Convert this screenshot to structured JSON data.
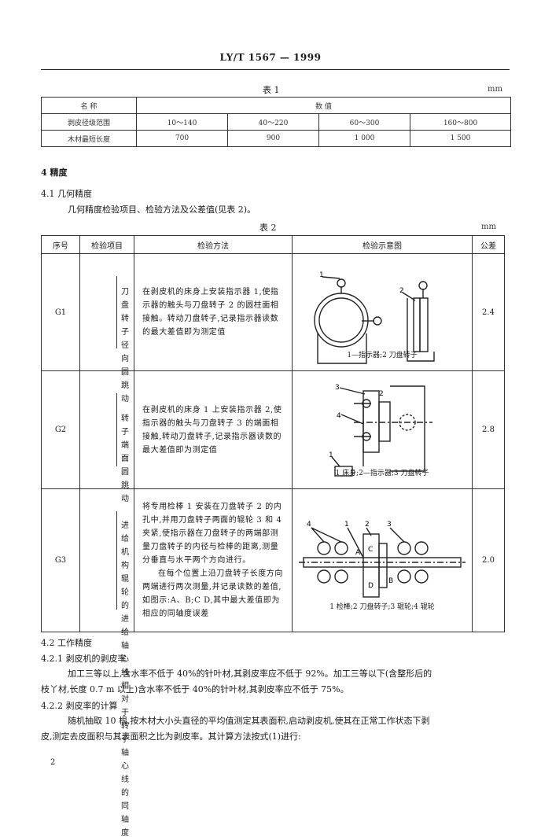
{
  "header": {
    "standard": "LY/T  1567 — 1999"
  },
  "table1": {
    "caption": "表 1",
    "unit": "mm",
    "header": {
      "name": "名  称",
      "value": "数      值"
    },
    "rows": [
      {
        "name": "剥皮径级范围",
        "cells": [
          "10～140",
          "40～220",
          "60～300",
          "160～800"
        ]
      },
      {
        "name": "木材最短长度",
        "cells": [
          "700",
          "900",
          "1 000",
          "1 500"
        ]
      }
    ]
  },
  "sec4": {
    "title": "4  精度"
  },
  "sec41": {
    "title": "4.1  几何精度",
    "intro": "几何精度检验项目、检验方法及公差值(见表 2)。"
  },
  "table2": {
    "caption": "表 2",
    "unit": "mm",
    "headers": [
      "序号",
      "检验项目",
      "检验方法",
      "检验示意图",
      "公差"
    ],
    "rows": [
      {
        "id": "G1",
        "item": "刀盘转子径向圆跳动",
        "method": "在剥皮机的床身上安装指示器 1,使指示器的触头与刀盘转子 2 的圆柱面相接触。转动刀盘转子,记录指示器读数的最大差值即为测定值",
        "diagram_caption": "1—指示器;2  刀盘转子",
        "labels": [
          "1",
          "2"
        ],
        "tolerance": "2.4"
      },
      {
        "id": "G2",
        "item": "转子端面圆跳动",
        "method": "在剥皮机的床身 1 上安装指示器 2,使指示器的触头与刀盘转子 3 的端面相接触,转动刀盘转子,记录指示器读数的最大差值即为测定值",
        "diagram_caption": "1  床身;2—指示器;3  刀盘转子",
        "labels": [
          "3",
          "2",
          "4",
          "1"
        ],
        "tolerance": "2.8"
      },
      {
        "id": "G3",
        "item": "进给机构辊轮的进给轴心线相对于转子轴心线的同轴度",
        "method_p1": "将专用检棒 1 安装在刀盘转子 2 的内孔中,并用刀盘转子两面的辊轮 3 和 4 夹紧,使指示器在刀盘转子的两端部测量刀盘转子的内径与检棒的距离,测量分垂直与水平两个方向进行。",
        "method_p2": "在每个位置上沿刀盘转子长度方向两端进行两次测量,并记录读数的差值,如图示:A、B;C  D,其中最大差值即为相应的同轴度误差",
        "diagram_caption": "1  检棒;2  刀盘转子;3  辊轮;4  辊轮",
        "labels": [
          "4",
          "1",
          "2",
          "3",
          "C",
          "A",
          "B",
          "D"
        ],
        "tolerance": "2.0"
      }
    ]
  },
  "sec42": {
    "title": "4.2  工作精度"
  },
  "sec421": {
    "title": "4.2.1  剥皮机的剥皮率",
    "text_line1": "加工三等以上,含水率不低于 40%的针叶材,其剥皮率应不低于 92%。加工三等以下(含整形后的",
    "text_line2": "枝丫材,长度 0.7 m 以上)含水率不低于 40%的针叶材,其剥皮率应不低于 75%。"
  },
  "sec422": {
    "title": "4.2.2  剥皮率的计算",
    "text_line1": "随机抽取 10 根,按木材大小头直径的平均值测定其表面积,启动剥皮机,使其在正常工作状态下剥",
    "text_line2": "皮,测定去皮面积与其表面积之比为剥皮率。其计算方法按式(1)进行:"
  },
  "page_number": "2"
}
